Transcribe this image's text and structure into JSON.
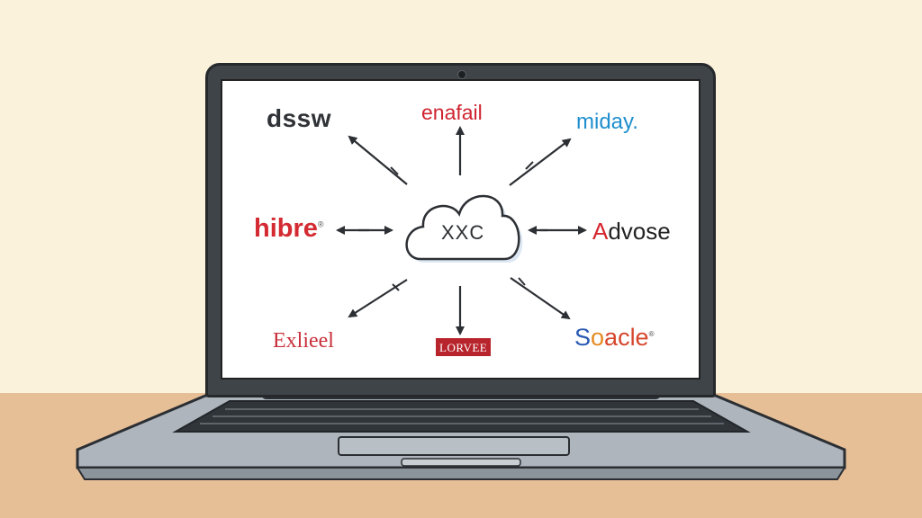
{
  "scene": {
    "description_colors": {
      "background": "#fbf2dc",
      "desk": "#e7bf97",
      "laptop_bezel": "#3f4448",
      "laptop_base": "#aab1b8",
      "arrow": "#2c2f33"
    }
  },
  "screen": {
    "center_label": "XXC",
    "logos": {
      "top_left": "dssw",
      "top_center": "enafail",
      "top_right": "miday.",
      "middle_left": "hibre",
      "middle_left_mark": "®",
      "middle_right_first": "A",
      "middle_right_rest": "dvose",
      "bottom_left": "Exlieel",
      "bottom_center": "LORVEE",
      "bottom_right_s": "S",
      "bottom_right_o": "o",
      "bottom_right_rest": "acle",
      "bottom_right_mark": "®"
    }
  },
  "icons": [
    "cloud-icon",
    "arrow-icon"
  ]
}
